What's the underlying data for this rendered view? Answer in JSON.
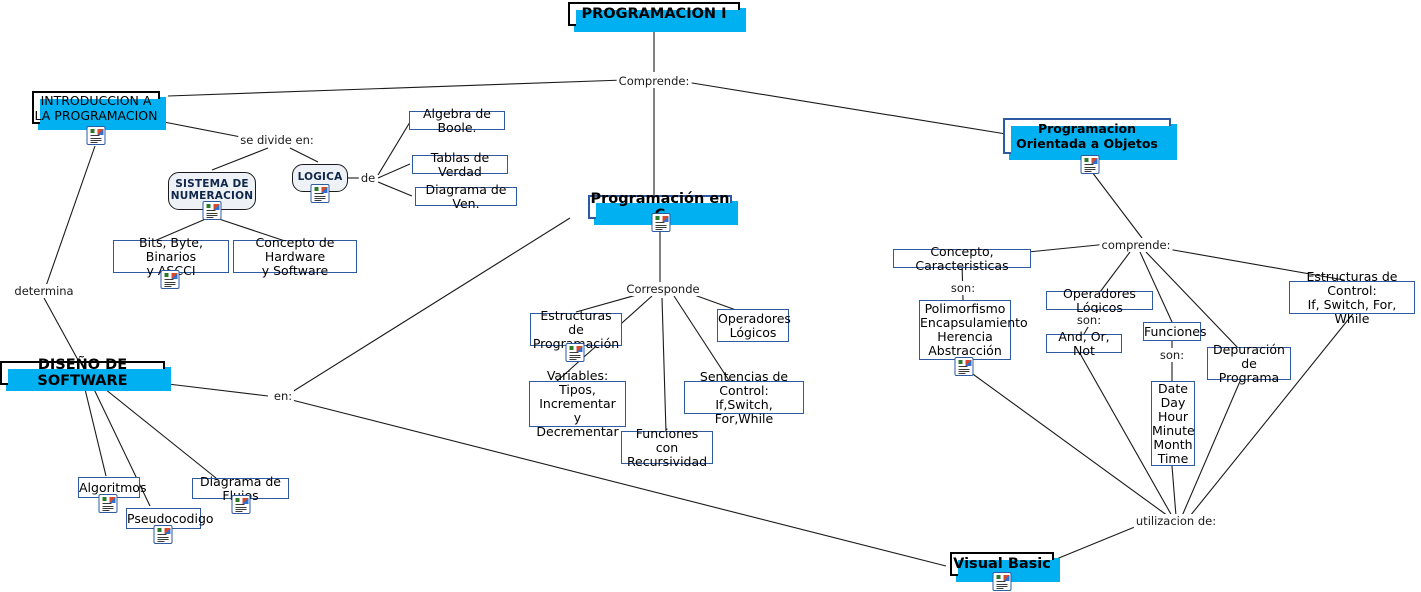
{
  "title": "PROGRAMACION I",
  "nodes": {
    "root": {
      "label": "PROGRAMACION I"
    },
    "intro": {
      "label": "INTRODUCCION A\nLA PROGRAMACION"
    },
    "sistema": {
      "label": "SISTEMA DE\nNUMERACION"
    },
    "logica": {
      "label": "LOGICA"
    },
    "algebra": {
      "label": "Algebra de Boole."
    },
    "tablas": {
      "label": "Tablas de Verdad"
    },
    "venn": {
      "label": "Diagrama de Ven."
    },
    "bits": {
      "label": "Bits, Byte, Binarios\ny ASCCI"
    },
    "hardware": {
      "label": "Concepto de Hardware\ny Software"
    },
    "diseno": {
      "label": "DISEÑO DE SOFTWARE"
    },
    "algoritmos": {
      "label": "Algoritmos"
    },
    "pseudocodigo": {
      "label": "Pseudocodigo"
    },
    "flujos": {
      "label": "Diagrama de Flujos"
    },
    "progc": {
      "label": "Programación en C"
    },
    "estructuras_prog": {
      "label": "Estructuras de\nProgramación"
    },
    "variables": {
      "label": "Variables: Tipos,\nIncrementar y\nDecrementar"
    },
    "funciones_rec": {
      "label": "Funciones con\nRecursividad"
    },
    "sentencias": {
      "label": "Sentencias de Control:\nIf,Switch, For,While"
    },
    "operadores_c": {
      "label": "Operadores\nLógicos"
    },
    "poo": {
      "label": "Programacion Orientada\na Objetos"
    },
    "concepto_car": {
      "label": "Concepto, Caracteristicas"
    },
    "polimorfismo": {
      "label": "Polimorfismo\nEncapsulamiento\nHerencia\nAbstracción"
    },
    "operadores_poo": {
      "label": "Operadores Lógicos"
    },
    "andornot": {
      "label": "And, Or, Not"
    },
    "funciones": {
      "label": "Funciones"
    },
    "datetime": {
      "label": "Date\nDay\nHour\nMinute\nMonth\nTime"
    },
    "depuracion": {
      "label": "Depuración de\nPrograma"
    },
    "estructuras_ctrl": {
      "label": "Estructuras de Control:\nIf, Switch, For, While"
    },
    "vb": {
      "label": "Visual Basic"
    }
  },
  "link_labels": {
    "comprende_root": "Comprende:",
    "se_divide_en": "se divide en:",
    "de": "de",
    "determina": "determina",
    "en": "en:",
    "corresponde": "Corresponde",
    "comprende_poo": "comprende:",
    "son_concepto": "son:",
    "son_operadores": "son:",
    "son_funciones": "son:",
    "utilizacion_de": "utilizacion de:"
  },
  "colors": {
    "shadow": "#00b0f0",
    "node_border_blue": "#2d5aa0",
    "node_border_black": "#000000",
    "rounded_fill": "#eef2f7",
    "edge": "#1a1a1a",
    "background": "#ffffff"
  },
  "icons": {
    "name": "document-icon"
  }
}
